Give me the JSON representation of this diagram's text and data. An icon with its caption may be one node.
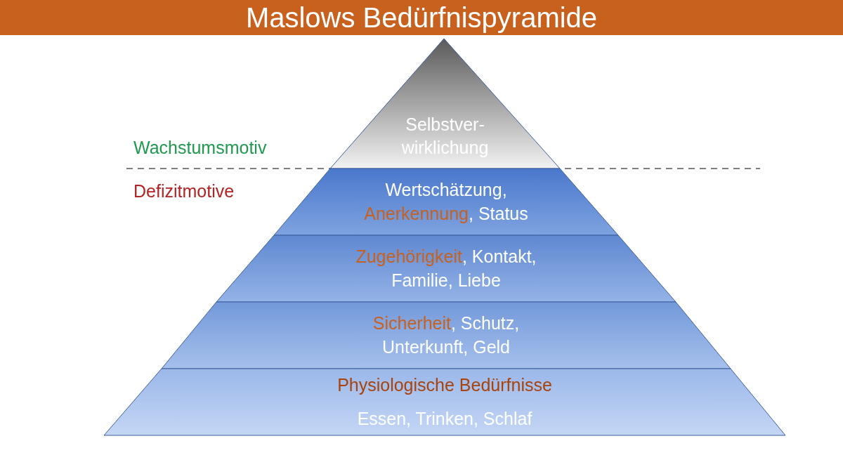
{
  "diagram": {
    "title": "Maslows Bedürfnispyramide",
    "nodes": [
      {
        "text": [
          "Selbstver-wirklichung"
        ]
      },
      {
        "text": [
          "Wertschätzung, **Anerkennung**, Status"
        ]
      },
      {
        "text": [
          "**Zugehörigkeit**, Kontakt, Familie, Liebe"
        ]
      },
      {
        "text": [
          "**Sicherheit**, Schutz, Unterkunft, Geld"
        ]
      },
      {
        "text": [
          "Physiologische Bedürfnisse",
          "Essen, Trinken, Schlaf"
        ]
      }
    ],
    "labels": [
      "Wachstumsmotiv",
      "Defizitmotive"
    ]
  }
}
